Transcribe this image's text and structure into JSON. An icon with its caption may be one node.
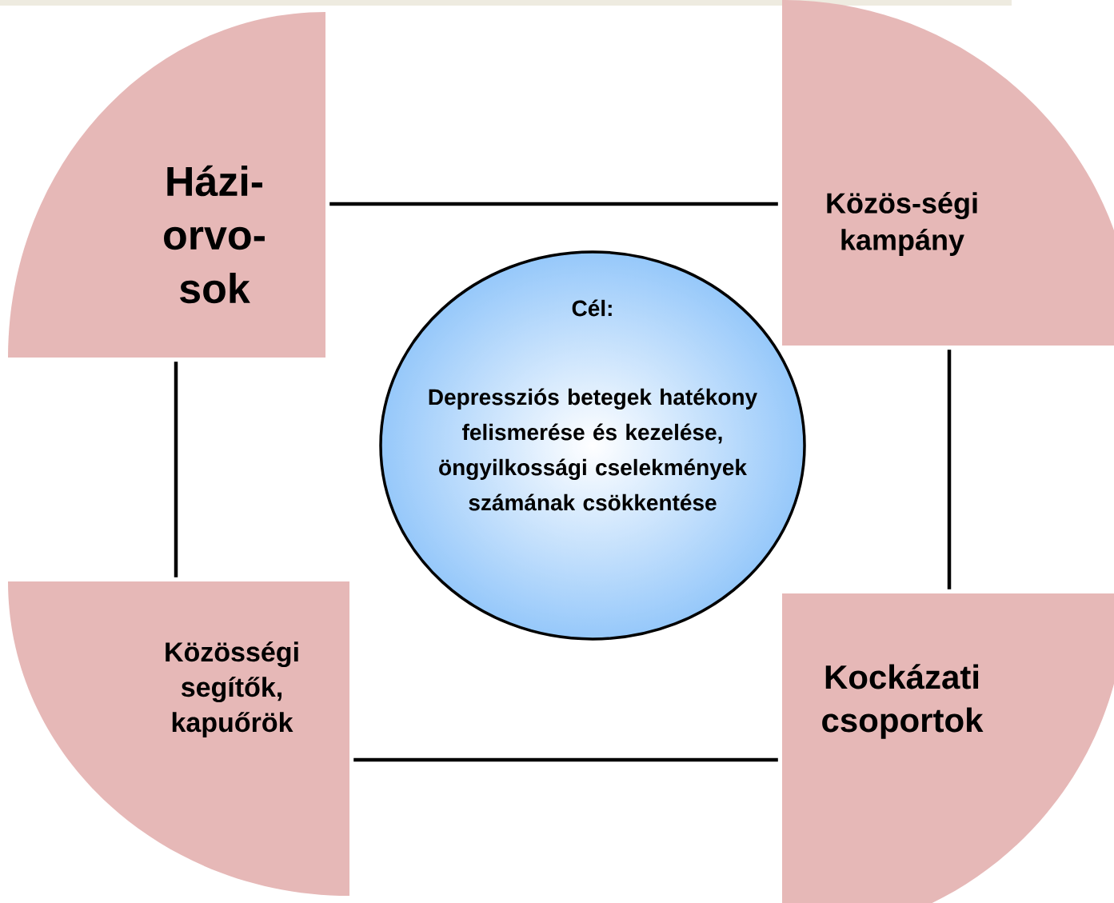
{
  "diagram": {
    "nodes": [
      {
        "text": [
          "Házi- orvo- sok"
        ]
      },
      {
        "text": [
          "Közös-ségi kampány"
        ]
      },
      {
        "text": [
          "Cél:",
          "Depressziós betegek hatékony felismerése és kezelése, öngyilkossági cselekmények számának csökkentése"
        ]
      },
      {
        "text": [
          "Közösségi segítők, kapuőrök"
        ]
      },
      {
        "text": [
          "Kockázati csoportok"
        ]
      }
    ],
    "edges": [
      {
        "from": 0,
        "to": 1,
        "arrow": "none"
      },
      {
        "from": 0,
        "to": 3,
        "arrow": "none"
      },
      {
        "from": 1,
        "to": 4,
        "arrow": "none"
      },
      {
        "from": 3,
        "to": 4,
        "arrow": "none"
      }
    ]
  }
}
